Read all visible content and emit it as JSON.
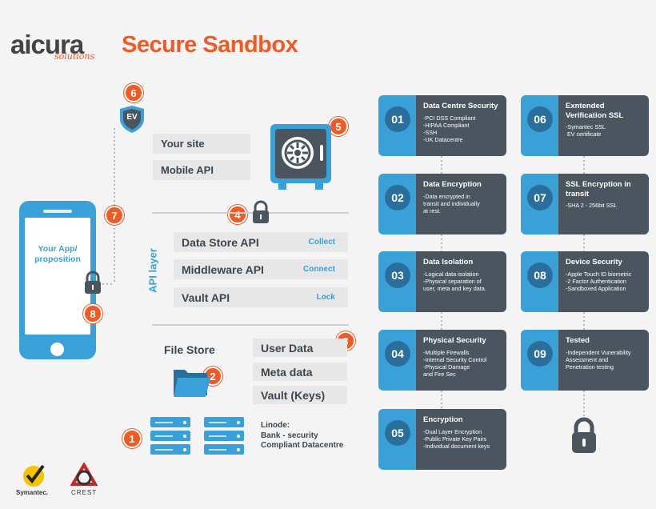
{
  "header": {
    "logo_name": "aicura",
    "logo_tagline": "solutions",
    "title": "Secure Sandbox"
  },
  "phone": {
    "label_line1": "Your App/",
    "label_line2": "proposition"
  },
  "hosts": [
    {
      "label": "Your site"
    },
    {
      "label": "Mobile API"
    }
  ],
  "api_layer": {
    "label": "API layer",
    "rows": [
      {
        "name": "Data Store API",
        "action": "Collect"
      },
      {
        "name": "Middleware API",
        "action": "Connect"
      },
      {
        "name": "Vault API",
        "action": "Lock"
      }
    ]
  },
  "file_store": {
    "label": "File Store",
    "items": [
      "User Data",
      "Meta data",
      "Vault (Keys)"
    ]
  },
  "datacentre": {
    "line1": "Linode:",
    "line2": "Bank - security",
    "line3": "Compliant Datacentre"
  },
  "badges": {
    "b1": "1",
    "b2": "2",
    "b3": "3",
    "b4": "4",
    "b5": "5",
    "b6": "6",
    "b7": "7",
    "b8": "8"
  },
  "ev_label": "EV",
  "brands": {
    "symantec": "Symantec.",
    "crest": "CREST"
  },
  "cards": [
    {
      "num": "01",
      "title": "Data Centre Security",
      "lines": [
        "-PCI DSS Compliant",
        "-HIPAA Compliant",
        "-SSH",
        "-UK Datacentre"
      ]
    },
    {
      "num": "02",
      "title": "Data Encryption",
      "lines": [
        "-Data encrypted in",
        "transit and individually",
        "at rest."
      ]
    },
    {
      "num": "03",
      "title": "Data Isolation",
      "lines": [
        "-Logical data isolation",
        "-Physical separation of",
        "user, meta and key data."
      ]
    },
    {
      "num": "04",
      "title": "Physical Security",
      "lines": [
        "-Multiple Firewalls",
        "-Internal Security Control",
        "-Physical Damage",
        "and Fire Sec"
      ]
    },
    {
      "num": "05",
      "title": "Encryption",
      "lines": [
        "-Dual Layer Encryption",
        "-Public Private Key Pairs",
        "-Individual document keys"
      ]
    },
    {
      "num": "06",
      "title": "Exntended Verification SSL",
      "lines": [
        "-Symantec SSL",
        " EV certificate"
      ]
    },
    {
      "num": "07",
      "title": "SSL Encryption in transit",
      "lines": [
        "-SHA 2 - 256bit SSL"
      ]
    },
    {
      "num": "08",
      "title": "Device Security",
      "lines": [
        "-Apple Touch ID biometric",
        "-2 Factor Authentication",
        "-Sandboxed Application"
      ]
    },
    {
      "num": "09",
      "title": "Tested",
      "lines": [
        "-Independent Vunerability",
        "Assessment and",
        "Penetration testing"
      ]
    }
  ],
  "colors": {
    "accent": "#f05a24",
    "blue": "#3aa0d8",
    "dark": "#4a555f",
    "grey": "#e7e7e7"
  }
}
